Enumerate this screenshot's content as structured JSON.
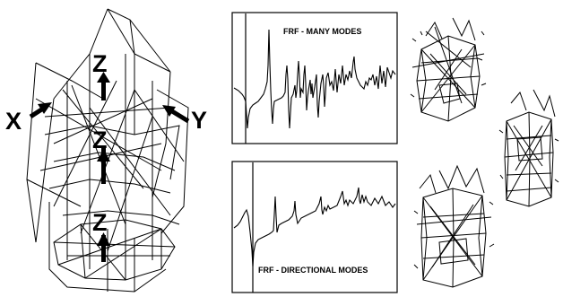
{
  "structure": {
    "axis_labels": {
      "x": "X",
      "y": "Y",
      "z_top": "Z",
      "z_mid": "Z",
      "z_bottom": "Z"
    }
  },
  "frf_panels": [
    {
      "title": "FRF - MANY MODES"
    },
    {
      "title": "FRF - DIRECTIONAL MODES"
    }
  ],
  "colors": {
    "line": "#000000",
    "background": "#ffffff"
  }
}
